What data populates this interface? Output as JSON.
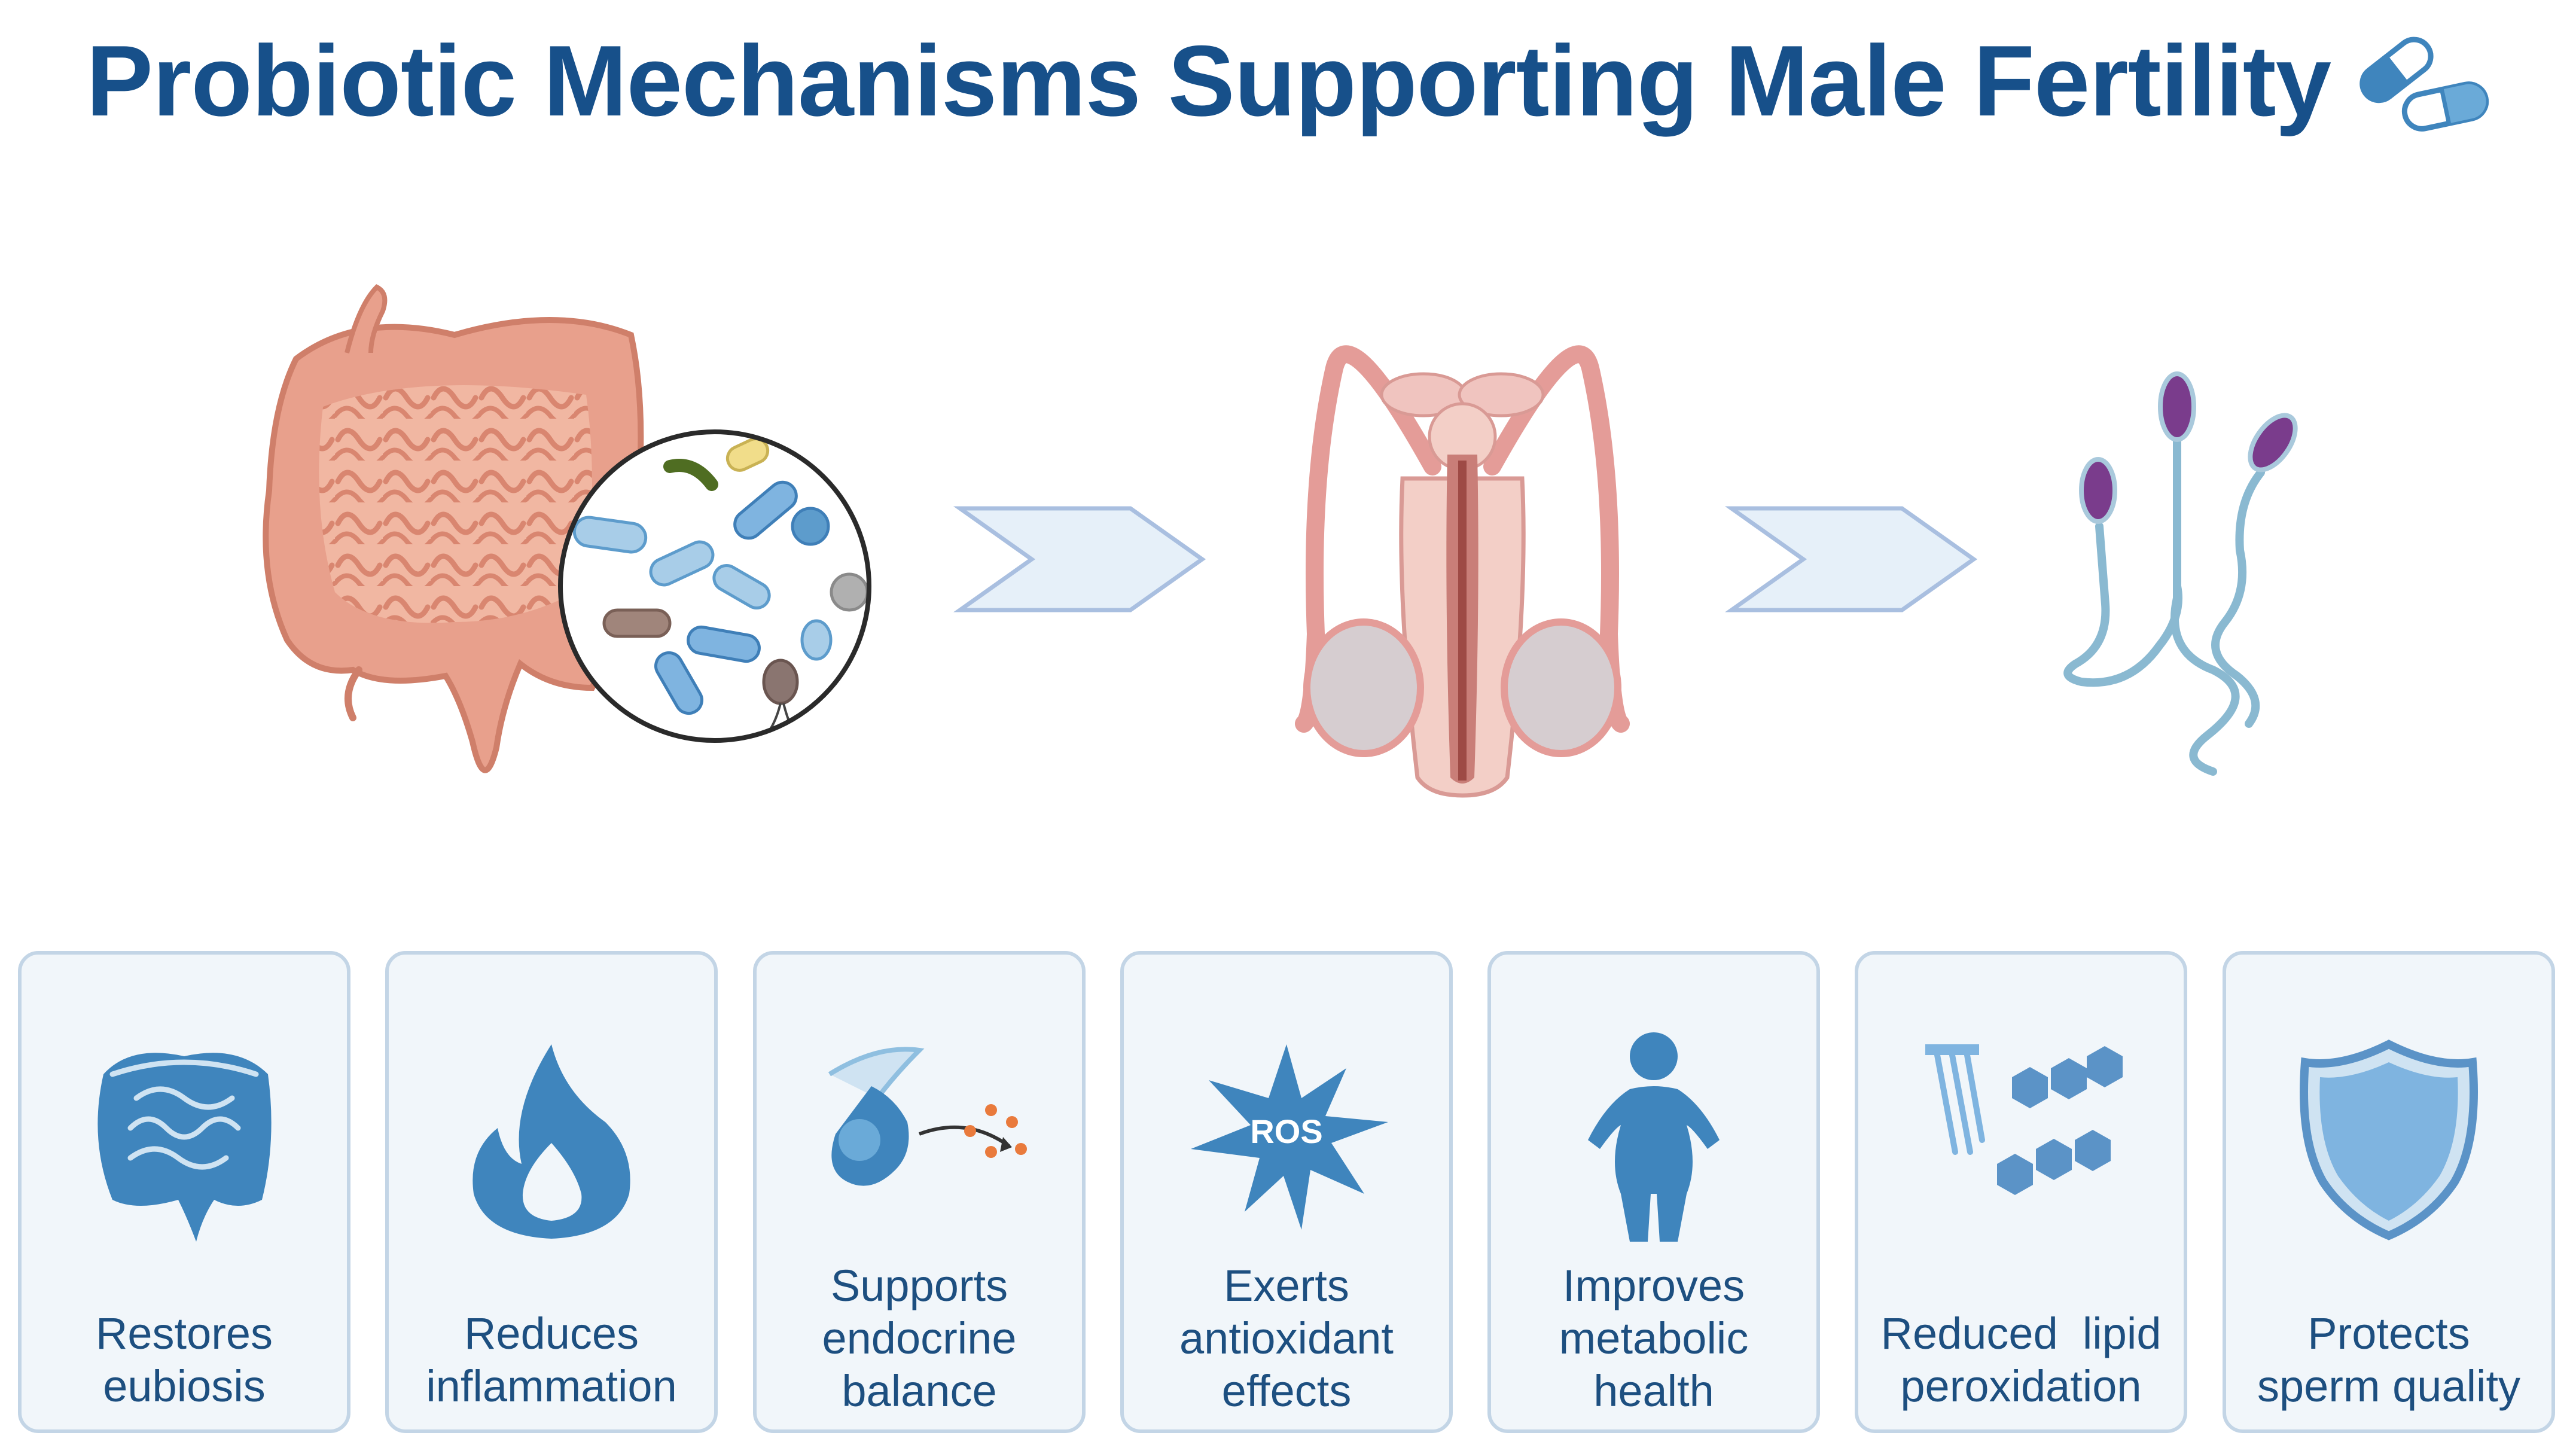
{
  "title": "Probiotic Mechanisms Supporting Male Fertility",
  "colors": {
    "title": "#17508a",
    "card_bg": "#f1f6fa",
    "card_border": "#c3d5e6",
    "icon_blue": "#3f85bd",
    "label": "#1d4f80",
    "intestine": "#e59b86",
    "sperm": "#8ab9d1",
    "sperm_head": "#7a3c8c"
  },
  "illustrations": [
    "gut-microbiota",
    "male-reproductive-system",
    "sperm-cells"
  ],
  "mechanisms": [
    {
      "icon": "intestine-icon",
      "lines": [
        "Restores",
        "eubiosis"
      ]
    },
    {
      "icon": "flame-icon",
      "lines": [
        "Reduces",
        "inflammation"
      ]
    },
    {
      "icon": "endocrine-gland-icon",
      "lines": [
        "Supports",
        "endocrine",
        "balance"
      ]
    },
    {
      "icon": "ros-icon",
      "ros_text": "ROS",
      "lines": [
        "Exerts",
        "antioxidant",
        "effects"
      ]
    },
    {
      "icon": "body-figure-icon",
      "lines": [
        "Improves",
        "metabolic",
        "health"
      ]
    },
    {
      "icon": "lipid-molecule-icon",
      "lines": [
        "Reduced  lipid",
        "peroxidation"
      ]
    },
    {
      "icon": "shield-icon",
      "lines": [
        "Protects",
        "sperm quality"
      ]
    }
  ]
}
